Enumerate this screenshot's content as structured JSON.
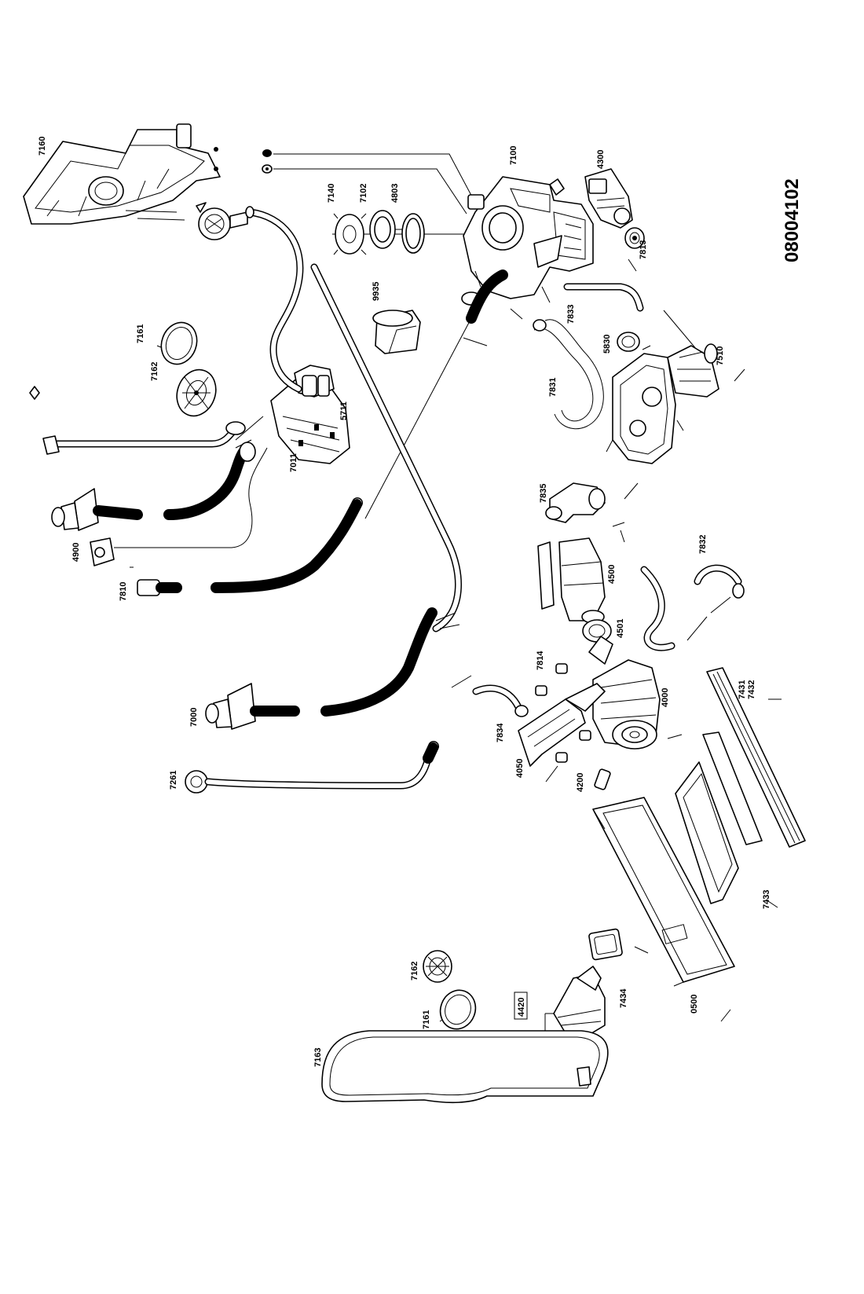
{
  "document": {
    "number": "08004102"
  },
  "parts": [
    {
      "id": "7160"
    },
    {
      "id": "7140"
    },
    {
      "id": "7102"
    },
    {
      "id": "4803"
    },
    {
      "id": "7100"
    },
    {
      "id": "4300"
    },
    {
      "id": "7813"
    },
    {
      "id": "9935"
    },
    {
      "id": "7161"
    },
    {
      "id": "7162"
    },
    {
      "id": "5711"
    },
    {
      "id": "7011"
    },
    {
      "id": "4900"
    },
    {
      "id": "7810"
    },
    {
      "id": "7833"
    },
    {
      "id": "5830"
    },
    {
      "id": "7510"
    },
    {
      "id": "7831"
    },
    {
      "id": "7835"
    },
    {
      "id": "4500"
    },
    {
      "id": "7832"
    },
    {
      "id": "4501"
    },
    {
      "id": "7814"
    },
    {
      "id": "4000"
    },
    {
      "id": "7000"
    },
    {
      "id": "7834"
    },
    {
      "id": "4050"
    },
    {
      "id": "7431"
    },
    {
      "id": "7432"
    },
    {
      "id": "4200"
    },
    {
      "id": "7261"
    },
    {
      "id": "7433"
    },
    {
      "id": "7162"
    },
    {
      "id": "7434"
    },
    {
      "id": "7161"
    },
    {
      "id": "4420"
    },
    {
      "id": "7163"
    },
    {
      "id": "0500"
    }
  ]
}
